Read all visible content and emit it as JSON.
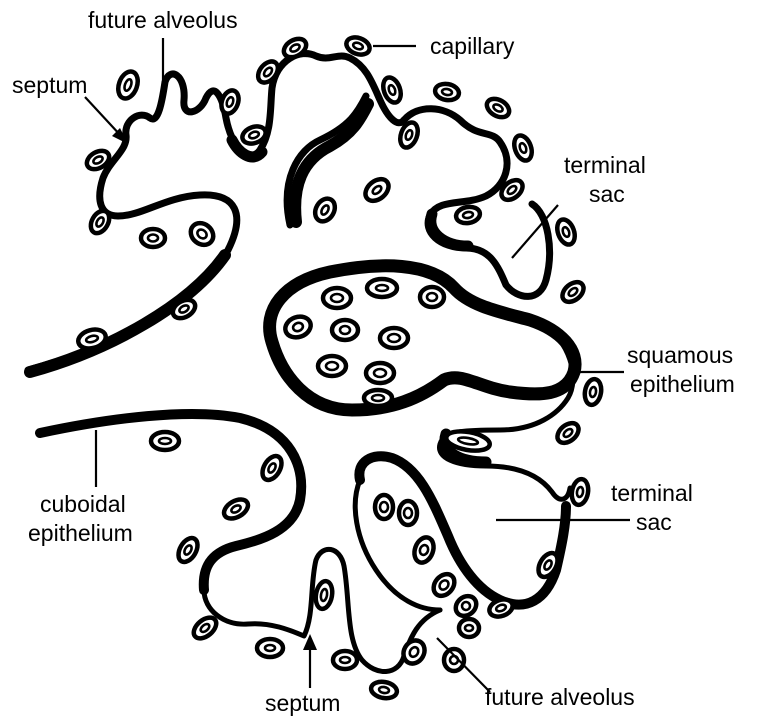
{
  "labels": {
    "future_alveolus_top": "future alveolus",
    "capillary": "capillary",
    "septum_top": "septum",
    "terminal_sac_upper_line1": "terminal",
    "terminal_sac_upper_line2": "sac",
    "squamous_epithelium_line1": "squamous",
    "squamous_epithelium_line2": "epithelium",
    "terminal_sac_lower_line1": "terminal",
    "terminal_sac_lower_line2": "sac",
    "cuboidal_epithelium_line1": "cuboidal",
    "cuboidal_epithelium_line2": "epithelium",
    "septum_bottom": "septum",
    "future_alveolus_bottom": "future alveolus"
  },
  "colors": {
    "ink": "#000000",
    "background": "#ffffff"
  }
}
